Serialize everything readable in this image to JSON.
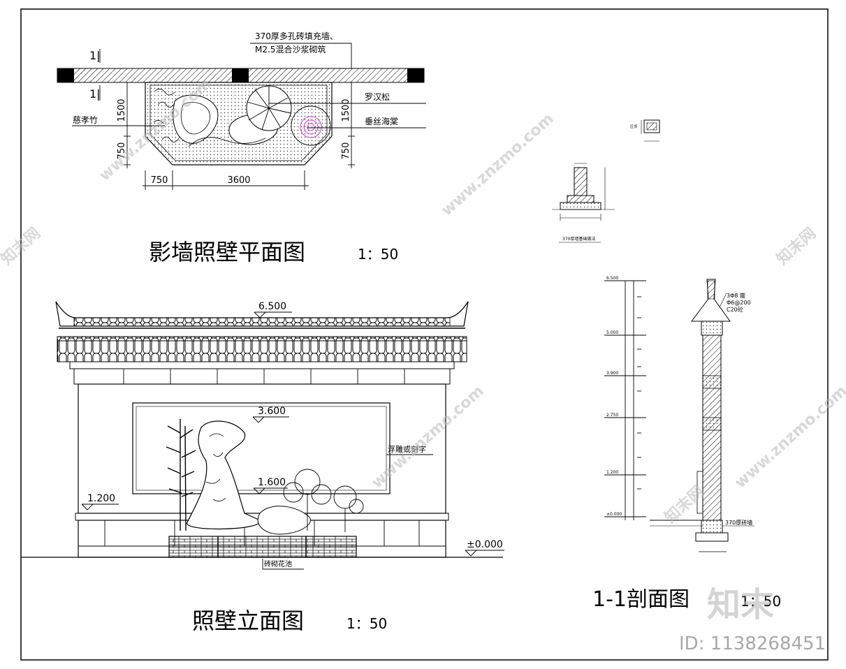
{
  "plan": {
    "title": "影墙照壁平面图",
    "scale": "1：50",
    "note_line1": "370厚多孔砖填充墙、",
    "note_line2": "M2.5混合沙浆砌筑",
    "plant_left": "慈孝竹",
    "plant_right_1": "罗汉松",
    "plant_right_2": "垂丝海棠",
    "dim_left_upper": "1500",
    "dim_left_lower": "750",
    "dim_right_upper": "1500",
    "dim_right_lower": "750",
    "dim_bottom_left": "750",
    "dim_bottom_main": "3600",
    "section_mark_top": "1|",
    "section_mark_bottom": "1|"
  },
  "elevation": {
    "title": "照壁立面图",
    "scale": "1：50",
    "elev_top": "6.500",
    "elev_panel": "3.600",
    "elev_plinth": "1.200",
    "elev_rock": "1.600",
    "elev_ground": "±0.000",
    "panel_note": "浮雕或刻字",
    "planter_note": "砖砌花池"
  },
  "detail": {
    "foundation_caption": "370厚墙基础做法",
    "top_note": "压顶"
  },
  "section": {
    "title": "1-1剖面图",
    "scale": "1：50",
    "levels": [
      "6.500",
      "5.000",
      "3.900",
      "2.750",
      "1.200",
      "±0.000"
    ],
    "note_1": "3Φ8 箍",
    "note_2": "Φ6@200",
    "note_3": "C20砼",
    "wall_note": "370厚砖墙"
  },
  "watermark": {
    "site": "www.znzmo.com",
    "brand": "知末网",
    "logo": "知末",
    "id_label": "ID: 1138268451"
  }
}
